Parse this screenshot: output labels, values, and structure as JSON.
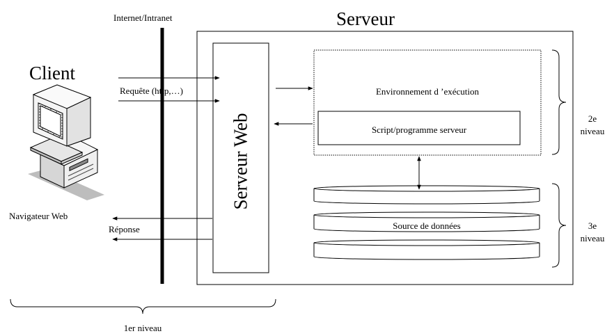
{
  "network_label": "Internet/Intranet",
  "client": {
    "title": "Client",
    "browser_label": "Navigateur Web"
  },
  "server": {
    "title": "Serveur",
    "web_server_label": "Serveur Web",
    "runtime_label": "Environnement d ’exécution",
    "script_label": "Script/programme serveur",
    "data_source_label": "Source de données"
  },
  "arrows": {
    "request_label": "Requête (http,…)",
    "response_label": "Réponse"
  },
  "tiers": {
    "tier1_label": "1er niveau",
    "tier2_line1": "2e",
    "tier2_line2": "niveau",
    "tier3_line1": "3e",
    "tier3_line2": "niveau"
  }
}
